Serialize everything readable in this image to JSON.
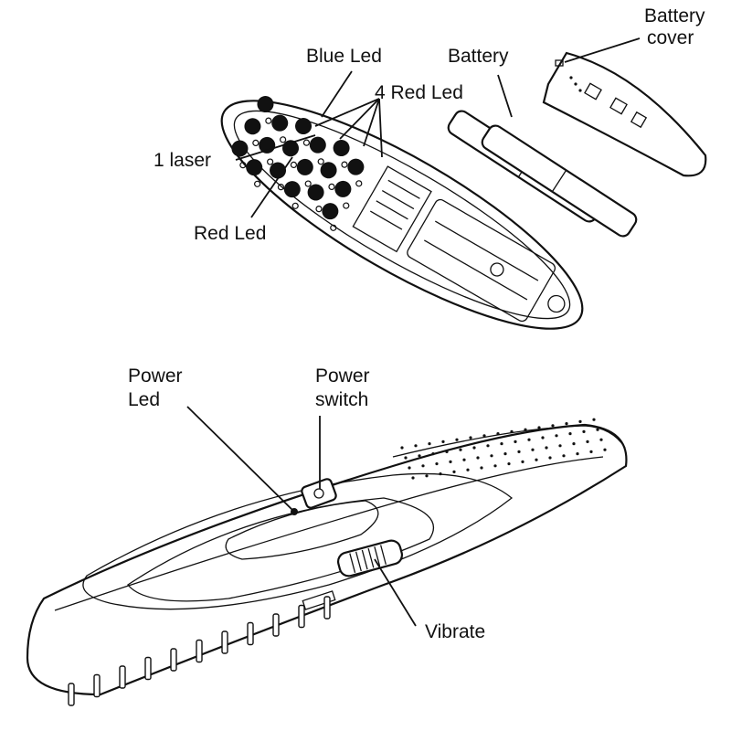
{
  "labels": {
    "battery_cover": [
      "Battery",
      "cover"
    ],
    "blue_led": "Blue Led",
    "battery": "Battery",
    "four_red_led": "4 Red Led",
    "one_laser": "1 laser",
    "red_led": "Red Led",
    "power_led": [
      "Power",
      "Led"
    ],
    "power_switch": [
      "Power",
      "switch"
    ],
    "vibrate": "Vibrate"
  },
  "colors": {
    "ink": "#111111",
    "paper": "#ffffff"
  }
}
